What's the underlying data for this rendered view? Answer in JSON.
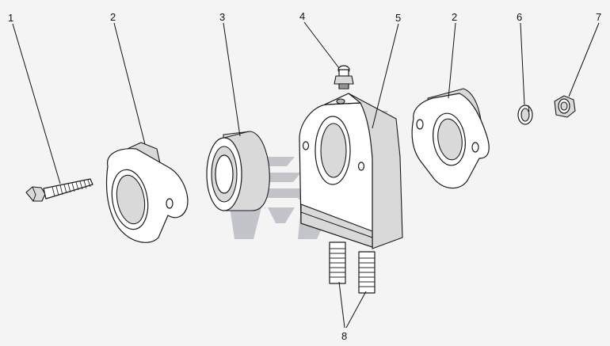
{
  "callouts": {
    "c1": "1",
    "c2a": "2",
    "c3": "3",
    "c4": "4",
    "c5": "5",
    "c2b": "2",
    "c6": "6",
    "c7": "7",
    "c8": "8"
  },
  "watermark": {
    "color": "#9a9ea8",
    "icon": "brand-logo-watermark"
  },
  "colors": {
    "background": "#f4f4f4",
    "outline": "#1a1a1a",
    "shade": "#d9d9d9"
  }
}
